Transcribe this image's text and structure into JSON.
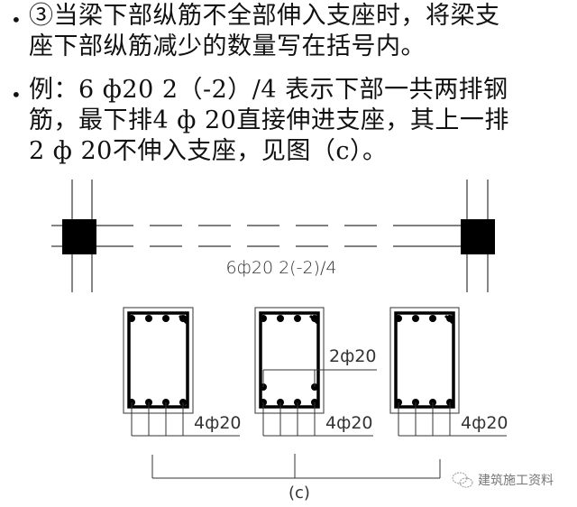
{
  "bullets": [
    {
      "marker": "•",
      "lines": [
        "③当梁下部纵筋不全部伸入支座时，将梁支",
        "座下部纵筋减少的数量写在括号内。"
      ]
    },
    {
      "marker": "•",
      "lines": [
        " 例：6 ф20 2（-2）/4 表示下部一共两排钢",
        "筋，最下排4 ф 20直接伸进支座，其上一排",
        "2 ф 20不伸入支座，见图（c）。"
      ]
    }
  ],
  "diagram": {
    "beam_label": "6ф20  2(-2)/4",
    "sections": [
      {
        "bottom_label": "4ф20",
        "middle_label": null
      },
      {
        "bottom_label": "4ф20",
        "middle_label": "2ф20"
      },
      {
        "bottom_label": "4ф20",
        "middle_label": null
      }
    ],
    "figure_caption": "(c)"
  },
  "watermark": {
    "icon": "wechat-icon",
    "text": "建筑施工资料"
  }
}
